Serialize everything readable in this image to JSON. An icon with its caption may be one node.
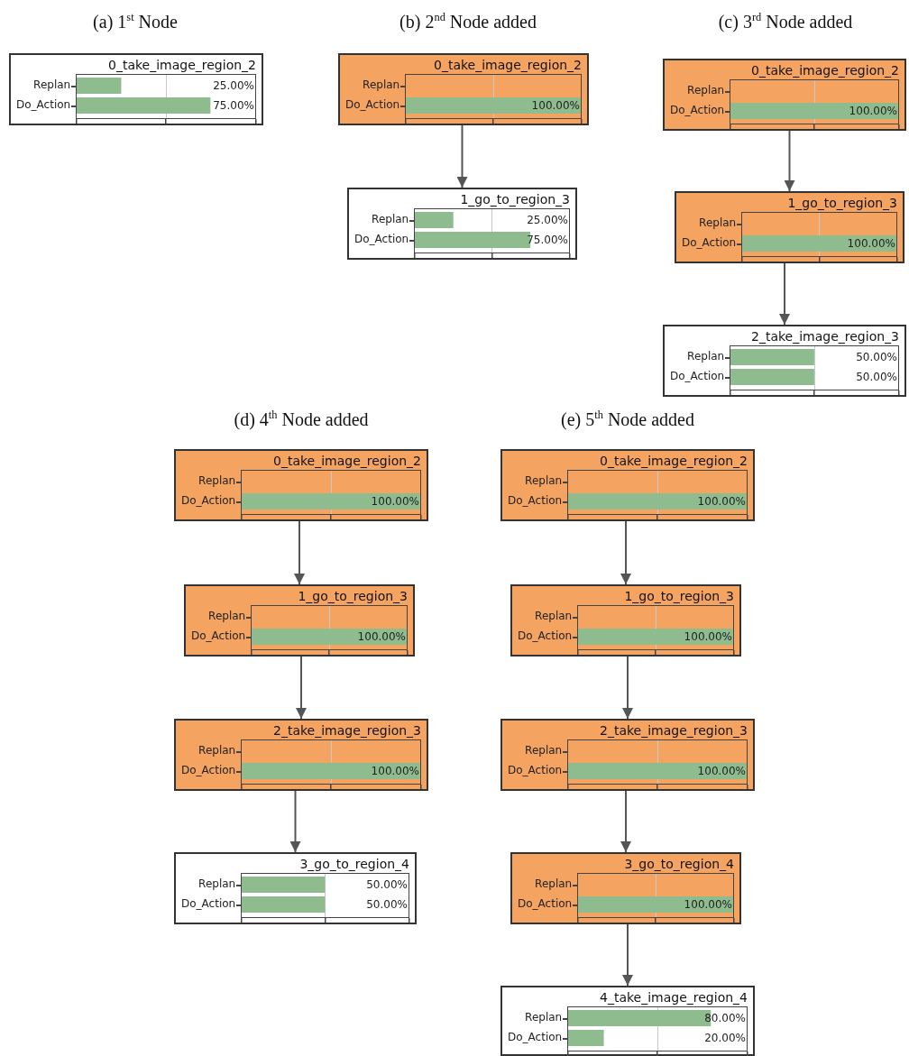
{
  "diagram": {
    "nodes": [
      {
        "text": [
          "0_take_image_region_2",
          "Replan",
          "25.00%",
          "Do_Action",
          "75.00%"
        ]
      },
      {
        "text": [
          "0_take_image_region_2",
          "Replan",
          "Do_Action",
          "100.00%"
        ]
      },
      {
        "text": [
          "1_go_to_region_3",
          "Replan",
          "25.00%",
          "Do_Action",
          "75.00%"
        ]
      },
      {
        "text": [
          "0_take_image_region_2",
          "Replan",
          "Do_Action",
          "100.00%"
        ]
      },
      {
        "text": [
          "1_go_to_region_3",
          "Replan",
          "Do_Action",
          "100.00%"
        ]
      },
      {
        "text": [
          "2_take_image_region_3",
          "Replan",
          "50.00%",
          "Do_Action",
          "50.00%"
        ]
      },
      {
        "text": [
          "0_take_image_region_2",
          "Replan",
          "Do_Action",
          "100.00%"
        ]
      },
      {
        "text": [
          "1_go_to_region_3",
          "Replan",
          "Do_Action",
          "100.00%"
        ]
      },
      {
        "text": [
          "2_take_image_region_3",
          "Replan",
          "Do_Action",
          "100.00%"
        ]
      },
      {
        "text": [
          "3_go_to_region_4",
          "Replan",
          "50.00%",
          "Do_Action",
          "50.00%"
        ]
      },
      {
        "text": [
          "0_take_image_region_2",
          "Replan",
          "Do_Action",
          "100.00%"
        ]
      },
      {
        "text": [
          "1_go_to_region_3",
          "Replan",
          "Do_Action",
          "100.00%"
        ]
      },
      {
        "text": [
          "2_take_image_region_3",
          "Replan",
          "Do_Action",
          "100.00%"
        ]
      },
      {
        "text": [
          "3_go_to_region_4",
          "Replan",
          "Do_Action",
          "100.00%"
        ]
      },
      {
        "text": [
          "4_take_image_region_4",
          "Replan",
          "80.00%",
          "Do_Action",
          "20.00%"
        ]
      }
    ],
    "edges": [
      {
        "from": 1,
        "to": 2,
        "arrow": "to"
      },
      {
        "from": 3,
        "to": 4,
        "arrow": "to"
      },
      {
        "from": 4,
        "to": 5,
        "arrow": "to"
      },
      {
        "from": 6,
        "to": 7,
        "arrow": "to"
      },
      {
        "from": 7,
        "to": 8,
        "arrow": "to"
      },
      {
        "from": 8,
        "to": 9,
        "arrow": "to"
      },
      {
        "from": 10,
        "to": 11,
        "arrow": "to"
      },
      {
        "from": 11,
        "to": 12,
        "arrow": "to"
      },
      {
        "from": 12,
        "to": 13,
        "arrow": "to"
      },
      {
        "from": 13,
        "to": 14,
        "arrow": "to"
      }
    ],
    "labels": [
      "(a) 1$^{st}$ Node",
      "(b) 2$^{nd}$ Node added",
      "(c) 3$^{rd}$ Node added",
      "(d) 4$^{th}$ Node added",
      "(e) 5$^{th}$ Node added"
    ]
  }
}
